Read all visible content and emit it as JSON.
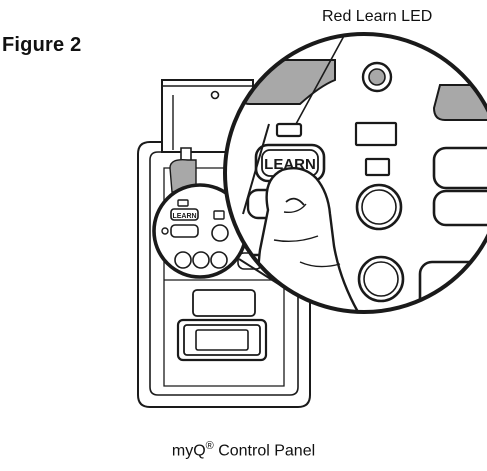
{
  "figure": {
    "title": "Figure 2",
    "callout_label": "Red Learn LED",
    "learn_label_small": "LEARN",
    "learn_label_large": "LEARN",
    "caption_main": "myQ",
    "caption_sup": "®",
    "caption_suffix": " Control Panel"
  },
  "colors": {
    "line": "#1a1a1a",
    "gray_fill": "#a8a8a8",
    "background": "#ffffff"
  }
}
